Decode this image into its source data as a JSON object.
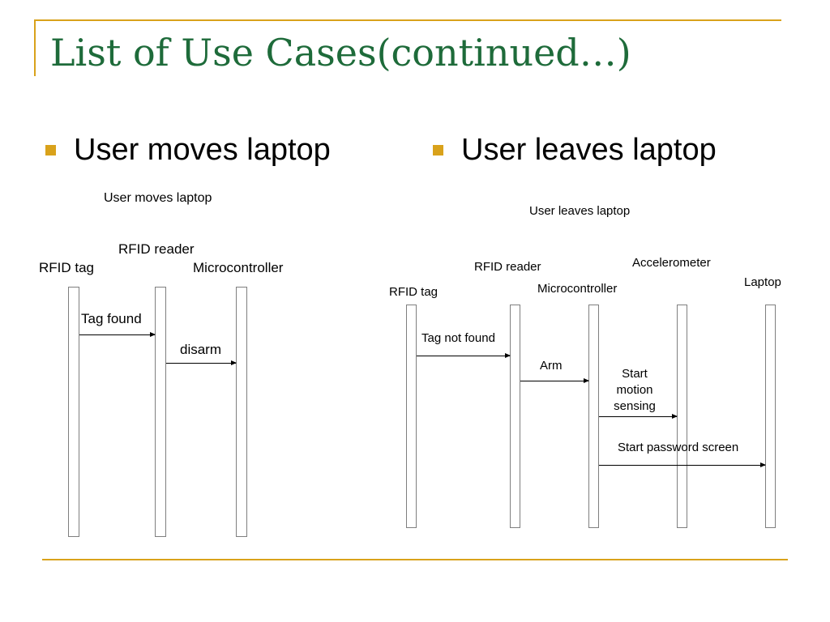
{
  "slide": {
    "title": "List of Use Cases(continued…)",
    "bullets": [
      "User moves laptop",
      "User leaves laptop"
    ]
  },
  "left_diagram": {
    "title": "User moves laptop",
    "participants": [
      "RFID tag",
      "RFID reader",
      "Microcontroller"
    ],
    "messages": [
      {
        "from": "RFID tag",
        "to": "RFID reader",
        "label": "Tag found"
      },
      {
        "from": "RFID reader",
        "to": "Microcontroller",
        "label": "disarm"
      }
    ]
  },
  "right_diagram": {
    "title": "User leaves laptop",
    "participants": [
      "RFID tag",
      "RFID reader",
      "Microcontroller",
      "Accelerometer",
      "Laptop"
    ],
    "messages": [
      {
        "from": "RFID tag",
        "to": "RFID reader",
        "label": "Tag not found"
      },
      {
        "from": "RFID reader",
        "to": "Microcontroller",
        "label": "Arm"
      },
      {
        "from": "Microcontroller",
        "to": "Accelerometer",
        "label_lines": [
          "Start",
          "motion",
          "sensing"
        ]
      },
      {
        "from": "Microcontroller",
        "to": "Laptop",
        "label": "Start password screen"
      }
    ]
  },
  "colors": {
    "accent": "#d9a21b",
    "title": "#1e6b3a",
    "lifeline_border": "#7f7f7f"
  }
}
